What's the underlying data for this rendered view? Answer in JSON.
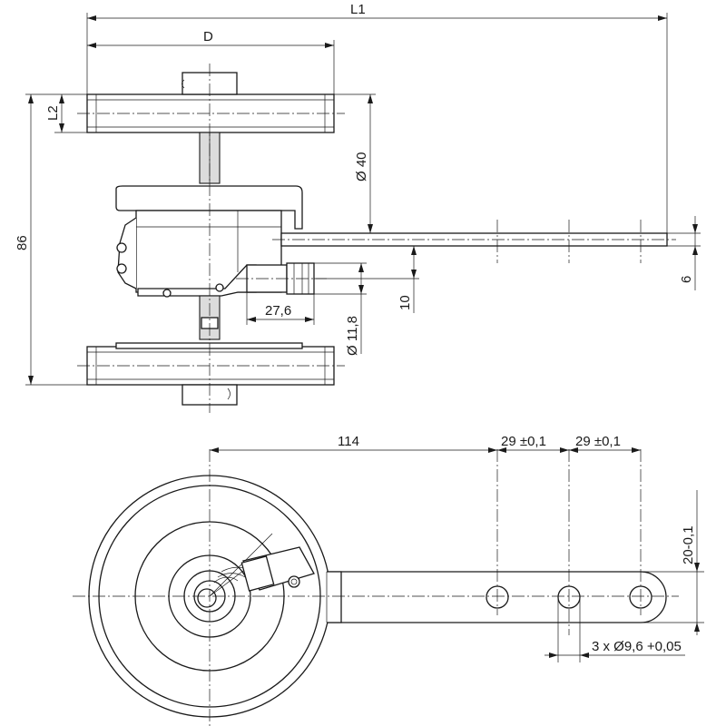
{
  "dimensions": {
    "L1": "L1",
    "D": "D",
    "L2": "L2",
    "height": "86",
    "shaft_dia": "Ø 40",
    "connector_len": "27,6",
    "connector_offset": "10",
    "connector_dia": "Ø 11,8",
    "arm_thickness": "6",
    "arm_length": "114",
    "hole_pitch_1": "29 ±0,1",
    "hole_pitch_2": "29 ±0,1",
    "arm_width": "20-0,1",
    "holes": "3 x Ø9,6 +0,05"
  }
}
